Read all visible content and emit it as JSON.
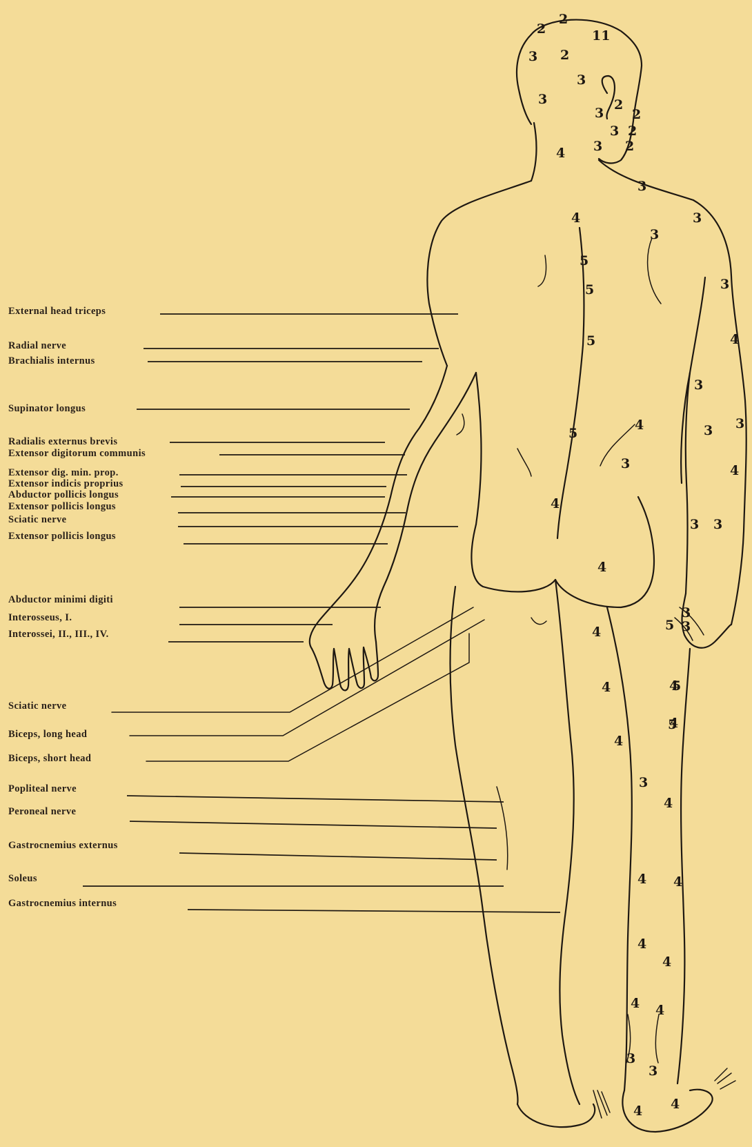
{
  "labels": [
    "External head triceps",
    "Radial nerve",
    "Brachialis internus",
    "Supinator longus",
    "Radialis externus brevis",
    "Extensor digitorum communis",
    "Extensor dig. min. prop.",
    "Extensor indicis proprius",
    "Abductor pollicis longus",
    "Extensor pollicis longus",
    "Sciatic nerve",
    "Extensor pollicis longus",
    "Abductor minimi digiti",
    "Interosseus, I.",
    "Interossei, II., III., IV.",
    "Sciatic nerve",
    "Biceps, long head",
    "Biceps, short head",
    "Popliteal nerve",
    "Peroneal nerve",
    "Gastrocnemius externus",
    "Soleus",
    "Gastrocnemius internus"
  ],
  "zone_numbers": [
    "2",
    "2",
    "11",
    "3",
    "2",
    "3",
    "3",
    "3",
    "2",
    "2",
    "3",
    "3",
    "2",
    "2",
    "4",
    "3",
    "3",
    "3",
    "4",
    "3",
    "5",
    "5",
    "5",
    "4",
    "4",
    "3",
    "3",
    "3",
    "4",
    "3",
    "4",
    "5",
    "4",
    "3",
    "3",
    "4",
    "3",
    "5",
    "3",
    "4",
    "4",
    "4",
    "5",
    "4",
    "5",
    "3",
    "4",
    "4",
    "4",
    "4",
    "4",
    "4",
    "4",
    "3",
    "3",
    "4",
    "4"
  ]
}
